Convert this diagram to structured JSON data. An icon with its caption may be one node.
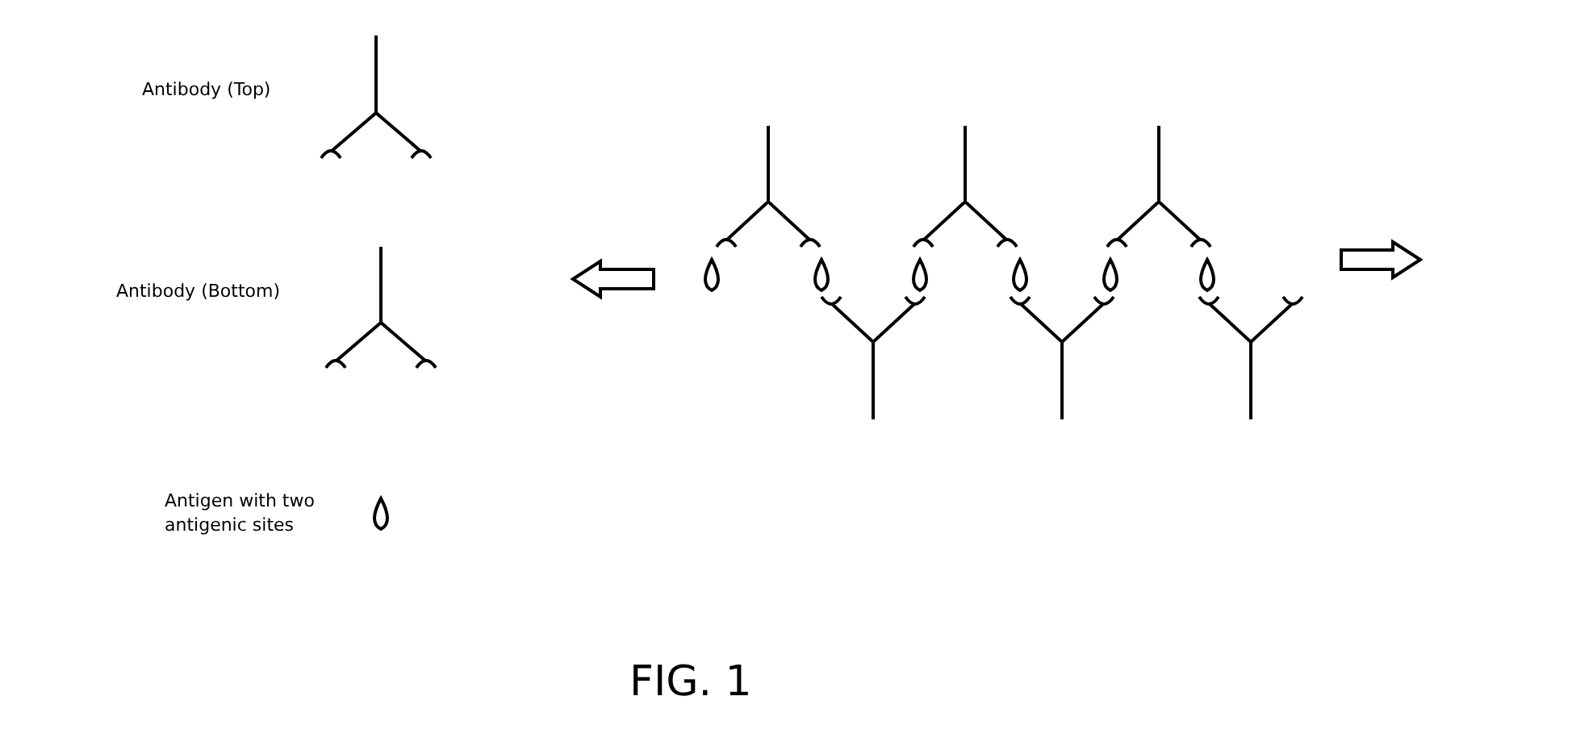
{
  "diagram": {
    "caption": "FIG. 1",
    "legend": [
      {
        "text": "Antibody (Top)"
      },
      {
        "text": "Antibody (Bottom)"
      },
      {
        "text": "Antigen with two antigenic sites"
      }
    ]
  }
}
